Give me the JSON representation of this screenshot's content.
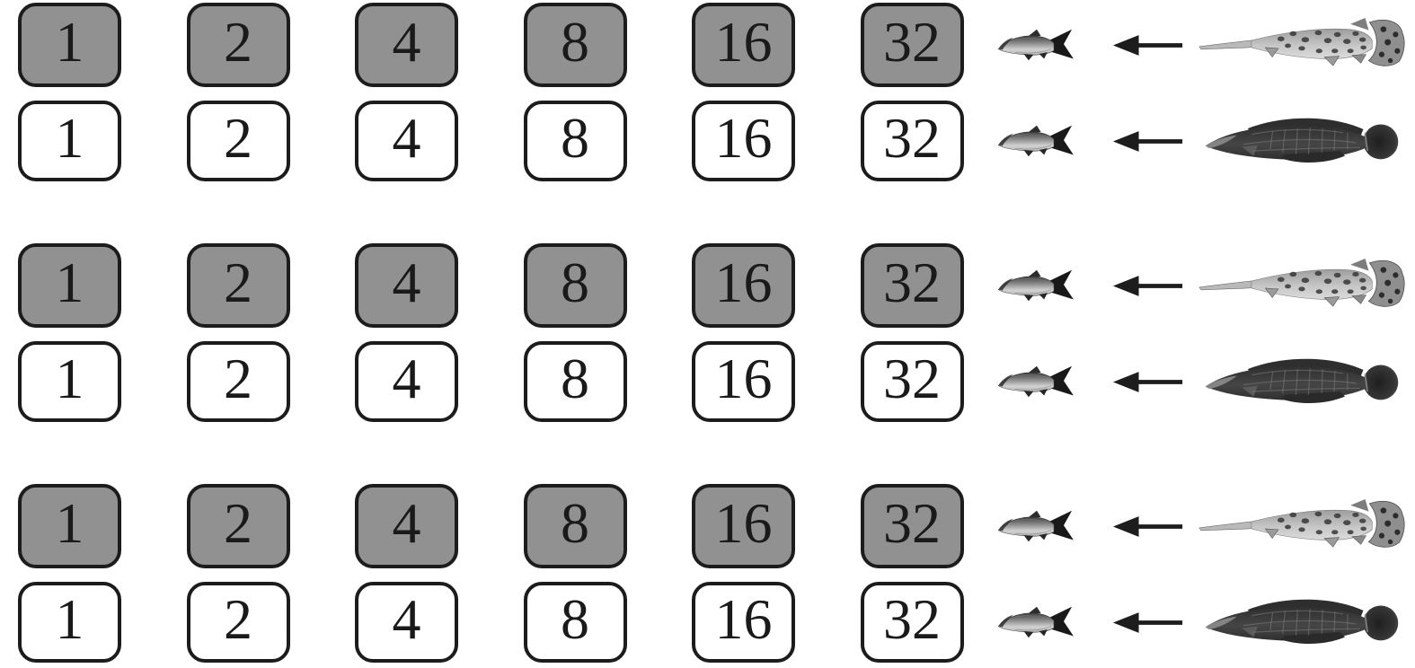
{
  "figure": {
    "colors": {
      "shaded_box_fill": "#919191",
      "unshaded_box_fill": "#ffffff",
      "box_border": "#1c1c1c",
      "number_color": "#1a1a1a",
      "arrow_color": "#1d1d1d"
    },
    "rows": [
      {
        "shaded": true,
        "values": [
          "1",
          "2",
          "4",
          "8",
          "16",
          "32"
        ],
        "prey": "small-fish",
        "arrow": "left-arrow",
        "predator": "gar"
      },
      {
        "shaded": false,
        "values": [
          "1",
          "2",
          "4",
          "8",
          "16",
          "32"
        ],
        "prey": "small-fish",
        "arrow": "left-arrow",
        "predator": "snakehead"
      },
      {
        "shaded": true,
        "values": [
          "1",
          "2",
          "4",
          "8",
          "16",
          "32"
        ],
        "prey": "small-fish",
        "arrow": "left-arrow",
        "predator": "gar"
      },
      {
        "shaded": false,
        "values": [
          "1",
          "2",
          "4",
          "8",
          "16",
          "32"
        ],
        "prey": "small-fish",
        "arrow": "left-arrow",
        "predator": "snakehead"
      },
      {
        "shaded": true,
        "values": [
          "1",
          "2",
          "4",
          "8",
          "16",
          "32"
        ],
        "prey": "small-fish",
        "arrow": "left-arrow",
        "predator": "gar"
      },
      {
        "shaded": false,
        "values": [
          "1",
          "2",
          "4",
          "8",
          "16",
          "32"
        ],
        "prey": "small-fish",
        "arrow": "left-arrow",
        "predator": "snakehead"
      }
    ]
  }
}
